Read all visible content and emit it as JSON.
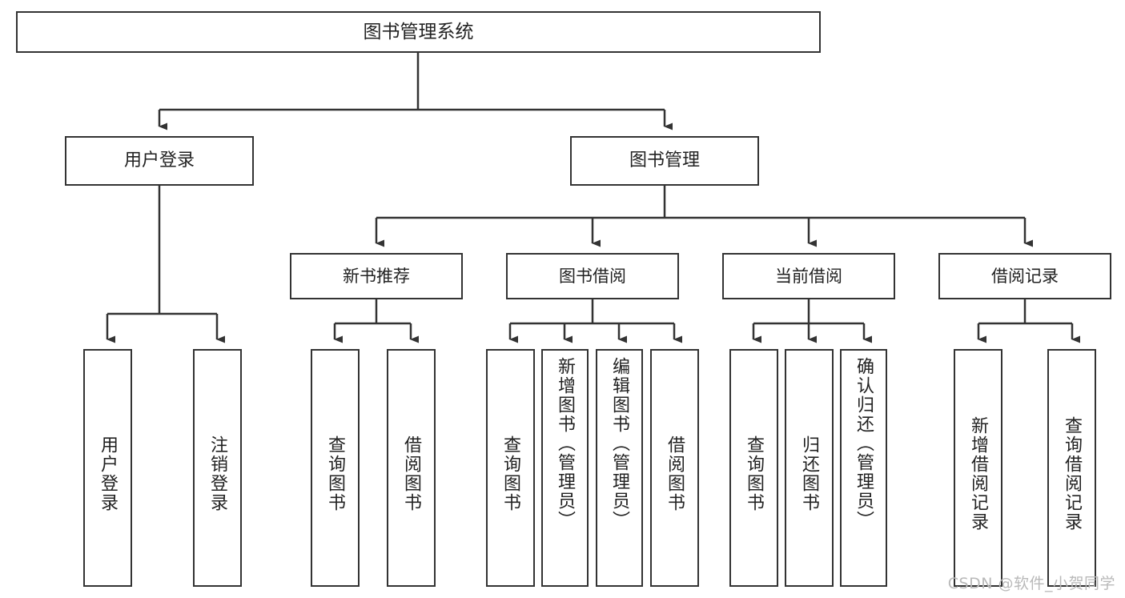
{
  "diagram": {
    "title_text": "图书管理系统",
    "type": "tree-hierarchy-chart",
    "root": {
      "label": "图书管理系统"
    },
    "level2": [
      {
        "label": "用户登录"
      },
      {
        "label": "图书管理"
      }
    ],
    "level3": [
      {
        "label": "新书推荐"
      },
      {
        "label": "图书借阅"
      },
      {
        "label": "当前借阅"
      },
      {
        "label": "借阅记录"
      }
    ],
    "leaves": {
      "user_login": [
        {
          "label": "用户登录"
        },
        {
          "label": "注销登录"
        }
      ],
      "new_book_recommend": [
        {
          "label": "查询图书"
        },
        {
          "label": "借阅图书"
        }
      ],
      "book_borrow": [
        {
          "label": "查询图书"
        },
        {
          "label": "新增图书（管理员）"
        },
        {
          "label": "编辑图书（管理员）"
        },
        {
          "label": "借阅图书"
        }
      ],
      "current_borrow": [
        {
          "label": "查询图书"
        },
        {
          "label": "归还图书"
        },
        {
          "label": "确认归还（管理员）"
        }
      ],
      "borrow_record": [
        {
          "label": "新增借阅记录"
        },
        {
          "label": "查询借阅记录"
        }
      ]
    }
  },
  "watermark": {
    "text": "CSDN @软件_小贺同学"
  },
  "colors": {
    "box_border": "#333333",
    "box_fill": "#ffffff",
    "connector": "#333333",
    "text": "#222222",
    "watermark": "#b9b9b9",
    "background": "#ffffff"
  }
}
